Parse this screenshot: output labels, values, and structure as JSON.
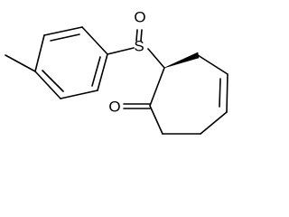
{
  "molecule": {
    "atoms": {
      "sulfur": "S",
      "sulfinyl_oxygen": "O",
      "ketone_oxygen": "O"
    }
  }
}
